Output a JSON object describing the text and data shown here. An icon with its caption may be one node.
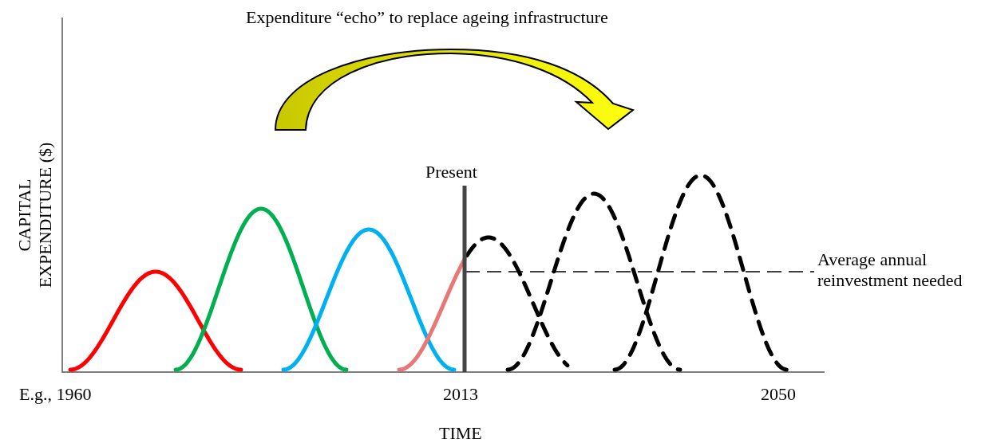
{
  "diagram": {
    "labels": [
      "Expenditure “echo” to replace ageing infrastructure",
      "Present",
      "CAPITAL EXPENDITURE ($)",
      "Average annual reinvestment needed",
      "E.g., 1960",
      "2013",
      "2050",
      "TIME"
    ]
  }
}
